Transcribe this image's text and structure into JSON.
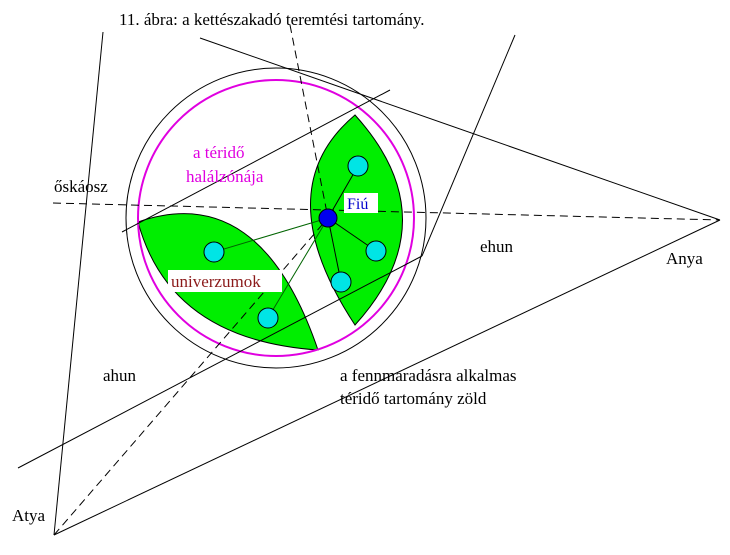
{
  "title": "11. ábra: a kettészakadó teremtési tartomány.",
  "labels": {
    "oskaosz": "őskáosz",
    "death_zone_line1": "a téridő",
    "death_zone_line2": "halálzónája",
    "fiu": "Fiú",
    "universes": "univerzumok",
    "ehun": "ehun",
    "ahun": "ahun",
    "anya": "Anya",
    "atya": "Atya",
    "green_region_line1": "a fennmaradásra alkalmas",
    "green_region_line2": "téridő tartomány zöld"
  },
  "colors": {
    "green": "#00ee00",
    "magenta": "#e000e0",
    "cyan": "#00e5e5",
    "blue": "#0000ee",
    "universe_label": "#8b1a1a",
    "fiu_label": "#0000cc"
  }
}
